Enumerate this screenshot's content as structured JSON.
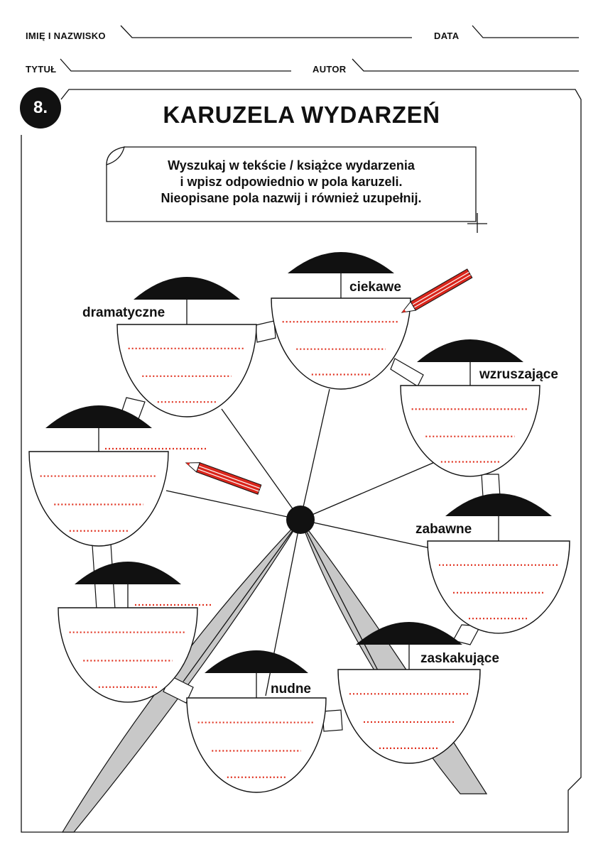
{
  "header": {
    "name_label": "IMIĘ I NAZWISKO",
    "date_label": "DATA",
    "title_label": "TYTUŁ",
    "author_label": "AUTOR"
  },
  "exercise": {
    "number": "8.",
    "title": "KARUZELA WYDARZEŃ",
    "instructions": [
      "Wyszukaj w tekście / książce wydarzenia",
      "i wpisz odpowiednio w pola karuzeli.",
      "Nieopisane pola nazwij i również uzupełnij."
    ]
  },
  "cabins": [
    {
      "id": "ciekawe",
      "label": "ciekawe"
    },
    {
      "id": "dramatyczne",
      "label": "dramatyczne"
    },
    {
      "id": "wzruszajace",
      "label": "wzruszające"
    },
    {
      "id": "zabawne",
      "label": "zabawne"
    },
    {
      "id": "zaskakujace",
      "label": "zaskakujące"
    },
    {
      "id": "nudne",
      "label": "nudne"
    },
    {
      "id": "left-top",
      "label": ""
    },
    {
      "id": "left-bottom",
      "label": ""
    }
  ],
  "colors": {
    "ink": "#111111",
    "dots": "#e0301e",
    "pencil": "#d9261c",
    "support": "#c8c8c8"
  },
  "icons": [
    "pencil-icon",
    "pencil-icon"
  ]
}
